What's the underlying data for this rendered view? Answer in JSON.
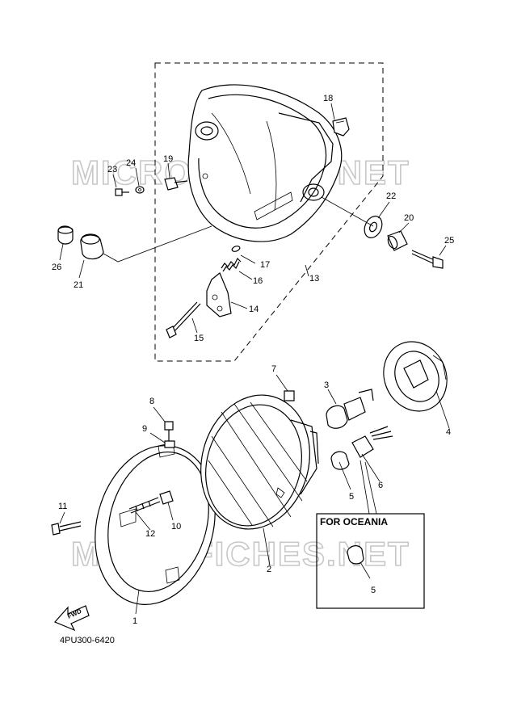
{
  "watermark": {
    "text": "MICROFICHES.NET"
  },
  "drawing_code": "4PU300-6420",
  "fwd_label": "FWD",
  "inset": {
    "title": "FOR OCEANIA",
    "callout": "5"
  },
  "callouts": [
    "1",
    "2",
    "3",
    "4",
    "5",
    "6",
    "7",
    "8",
    "9",
    "10",
    "11",
    "12",
    "13",
    "14",
    "15",
    "16",
    "17",
    "18",
    "19",
    "20",
    "21",
    "22",
    "23",
    "24",
    "25",
    "26"
  ]
}
